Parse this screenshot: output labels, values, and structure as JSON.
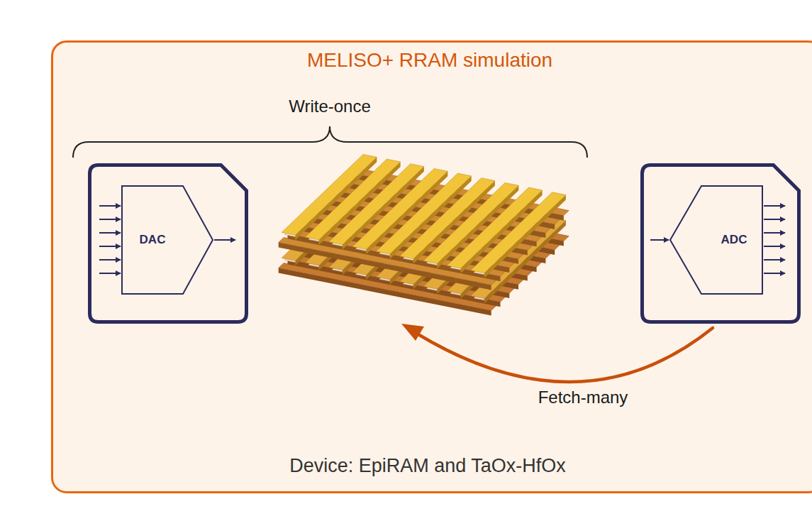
{
  "diagram": {
    "nodes": [
      {
        "text": [
          "MELISO+ RRAM simulation",
          "Device: EpiRAM and TaOx-HfOx"
        ]
      },
      {
        "text": [
          "DAC"
        ],
        "in": 0
      },
      {
        "text": [
          "ADC"
        ],
        "in": 0
      }
    ],
    "labels": [
      "Write-once",
      "Fetch-many"
    ]
  }
}
